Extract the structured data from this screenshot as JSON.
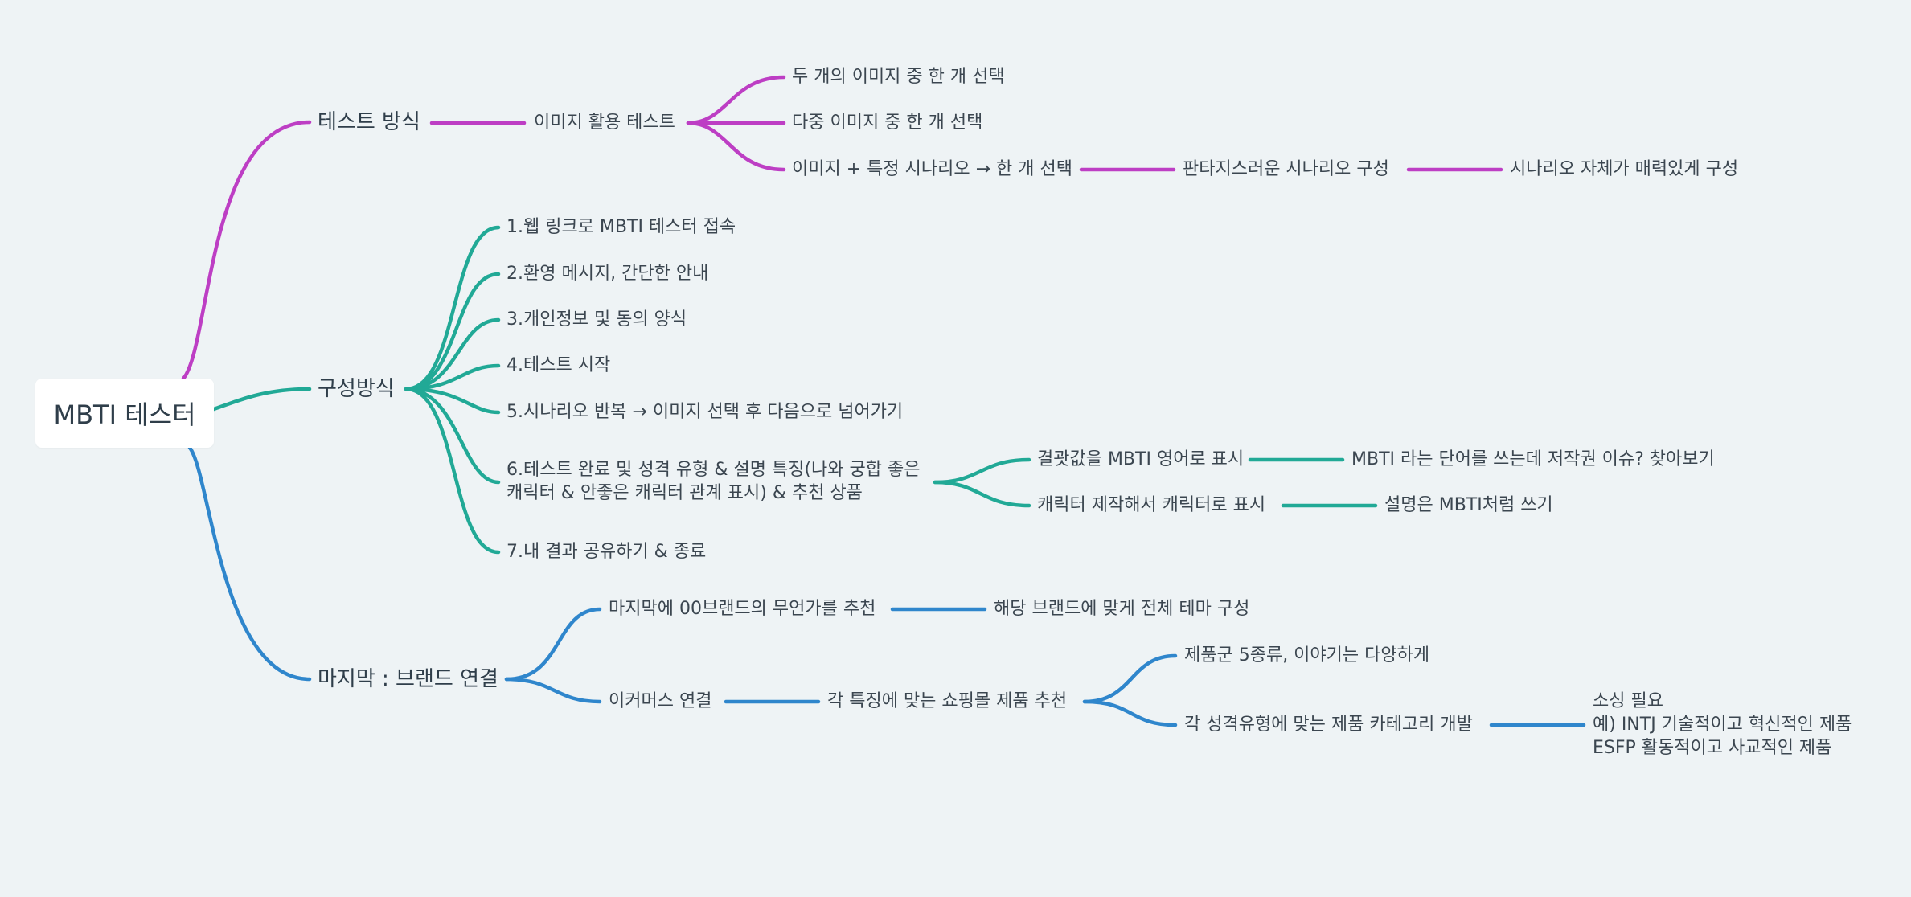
{
  "colors": {
    "background": "#eef3f5",
    "magenta": "#bd3ec4",
    "teal": "#21a996",
    "blue": "#2f86cc",
    "text": "#3b4650"
  },
  "mindmap": {
    "root": "MBTI 테스터",
    "branch_test": {
      "label": "테스트 방식",
      "image_test": "이미지 활용 테스트",
      "choice_two": "두 개의 이미지 중 한 개 선택",
      "choice_multi": "다중 이미지 중 한 개 선택",
      "scenario_choice": "이미지 + 특정 시나리오 → 한 개 선택",
      "fantasy_scenario": "판타지스러운 시나리오 구성",
      "attractive_scenario": "시나리오 자체가 매력있게 구성"
    },
    "branch_structure": {
      "label": "구성방식",
      "step1": "1.웹 링크로 MBTI 테스터 접속",
      "step2": "2.환영 메시지, 간단한 안내",
      "step3": "3.개인정보 및 동의 양식",
      "step4": "4.테스트 시작",
      "step5": "5.시나리오 반복 → 이미지 선택 후 다음으로 넘어가기",
      "step6_line1": "6.테스트 완료 및 성격 유형 & 설명 특징(나와 궁합 좋은",
      "step6_line2": "캐릭터 & 안좋은 캐릭터 관계 표시) & 추천 상품",
      "result_mbti": "결괏값을 MBTI 영어로 표시",
      "copyright": "MBTI 라는 단어를 쓰는데 저작권 이슈? 찾아보기",
      "character_display": "캐릭터 제작해서 캐릭터로 표시",
      "desc_like_mbti": "설명은 MBTI처럼 쓰기",
      "step7": "7.내 결과 공유하기 & 종료"
    },
    "branch_brand": {
      "label": "마지막 : 브랜드 연결",
      "recommend_brand": "마지막에 00브랜드의 무언가를 추천",
      "theme_brand": "해당 브랜드에 맞게 전체 테마 구성",
      "ecommerce": "이커머스 연결",
      "shop_recommend": "각 특징에 맞는 쇼핑몰 제품 추천",
      "five_products": "제품군 5종류, 이야기는 다양하게",
      "category_dev": "각 성격유형에 맞는 제품 카테고리 개발",
      "sourcing_line1": "소싱 필요",
      "sourcing_line2": "예) INTJ 기술적이고 혁신적인 제품",
      "sourcing_line3": "ESFP 활동적이고 사교적인 제품"
    }
  }
}
